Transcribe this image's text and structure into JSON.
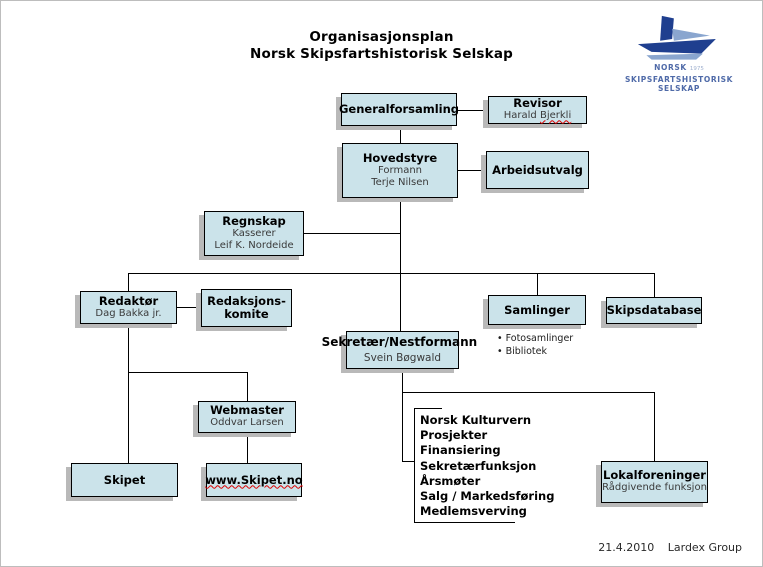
{
  "page": {
    "title_line1": "Organisasjonsplan",
    "title_line2": "Norsk Skipsfartshistorisk Selskap"
  },
  "logo": {
    "line1": "NORSK",
    "year": "1975",
    "line2": "SKIPSFARTSHISTORISK",
    "line3": "SELSKAP"
  },
  "boxes": {
    "generalforsamling": {
      "title": "Generalforsamling"
    },
    "revisor": {
      "title": "Revisor",
      "person_first": "Harald",
      "person_last": "Bjerkli"
    },
    "hovedstyre": {
      "title": "Hovedstyre",
      "role": "Formann",
      "person": "Terje Nilsen"
    },
    "arbeidsutvalg": {
      "title": "Arbeidsutvalg"
    },
    "regnskap": {
      "title": "Regnskap",
      "role": "Kasserer",
      "person": "Leif K. Nordeide"
    },
    "redaktor": {
      "title": "Redaktør",
      "person": "Dag Bakka jr."
    },
    "redaksjonskomite": {
      "title_line1": "Redaksjons-",
      "title_line2": "komite"
    },
    "sekretar": {
      "title": "Sekretær/Nestformann",
      "person": "Svein Bøgwald"
    },
    "samlinger": {
      "title": "Samlinger",
      "bullets": [
        "Fotosamlinger",
        "Bibliotek"
      ]
    },
    "skipsdatabase": {
      "title": "Skipsdatabase"
    },
    "webmaster": {
      "title": "Webmaster",
      "person": "Oddvar Larsen"
    },
    "skipet": {
      "title": "Skipet"
    },
    "website": {
      "title": "www.Skipet.no"
    },
    "lokalforeninger": {
      "title": "Lokalforeninger",
      "subtitle": "Rådgivende funksjon"
    }
  },
  "task_list": [
    "Norsk Kulturvern",
    "Prosjekter",
    "Finansiering",
    "Sekretærfunksjon",
    "Årsmøter",
    "Salg / Markedsføring",
    "Medlemsverving"
  ],
  "footer": {
    "date": "21.4.2010",
    "credit": "Lardex Group"
  },
  "colors": {
    "box_fill": "#cbe3ea",
    "box_border": "#000000",
    "box_shadow": "#b9b9b9",
    "logo_blue": "#4f6aa8",
    "logo_ship_dark": "#1f3f8f",
    "logo_ship_light": "#8aa6cf",
    "spellcheck_red": "#dd0000"
  }
}
